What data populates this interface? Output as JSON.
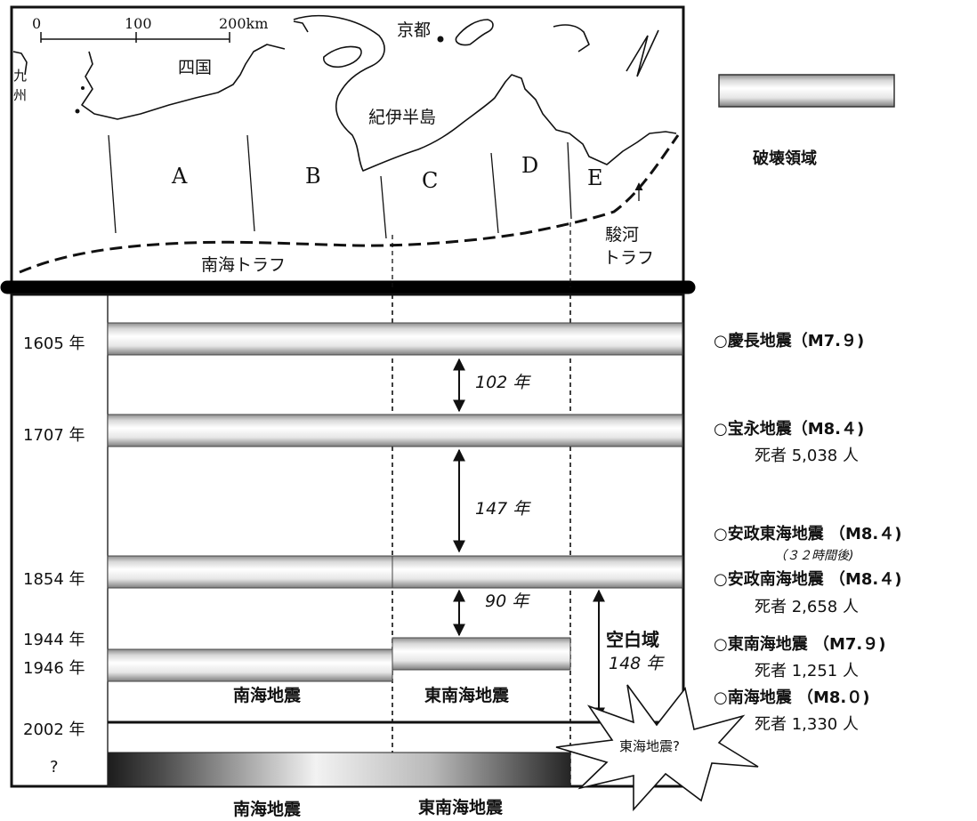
{
  "map": {
    "scale_zero": "0",
    "scale_100": "100",
    "scale_200": "200km",
    "kyoto": "京都",
    "shikoku": "四国",
    "kyushu_1": "九",
    "kyushu_2": "州",
    "kii_peninsula": "紀伊半島",
    "segments": [
      "A",
      "B",
      "C",
      "D",
      "E"
    ],
    "nankai_trough": "南海トラフ",
    "suruga_1": "駿河",
    "suruga_2": "トラフ"
  },
  "legend": {
    "rupture_label": "破壊領域"
  },
  "years": {
    "y1605": "1605 年",
    "y1707": "1707 年",
    "y1854": "1854 年",
    "y1944": "1944 年",
    "y1946": "1946 年",
    "y2002": "2002 年",
    "future": "?"
  },
  "intervals": {
    "i102": "102 年",
    "i147": "147 年",
    "i90": "90 年",
    "gap_label": "空白域",
    "gap_years": "148 年"
  },
  "bar_labels": {
    "nankai": "南海地震",
    "tonankai": "東南海地震"
  },
  "future": {
    "tokai_question": "東海地震?",
    "nankai": "南海地震",
    "tonankai": "東南海地震"
  },
  "events": {
    "keicho": "○慶長地震（M7.９)",
    "hoei": "○宝永地震（M8.４)",
    "hoei_deaths": "死者 5,038 人",
    "ansei_tokai": "○安政東海地震 （M8.４)",
    "ansei_after": "（３２時間後)",
    "ansei_nankai": "○安政南海地震 （M8.４)",
    "ansei_deaths": "死者 2,658 人",
    "tonankai": "○東南海地震 （M7.９)",
    "tonankai_deaths": "死者 1,251 人",
    "nankai": "○南海地震 （M8.０)",
    "nankai_deaths": "死者 1,330 人"
  }
}
